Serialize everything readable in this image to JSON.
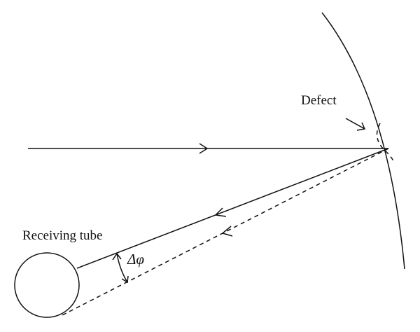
{
  "labels": {
    "defect": "Defect",
    "receiving_tube": "Receiving tube",
    "angle": "Δφ"
  }
}
